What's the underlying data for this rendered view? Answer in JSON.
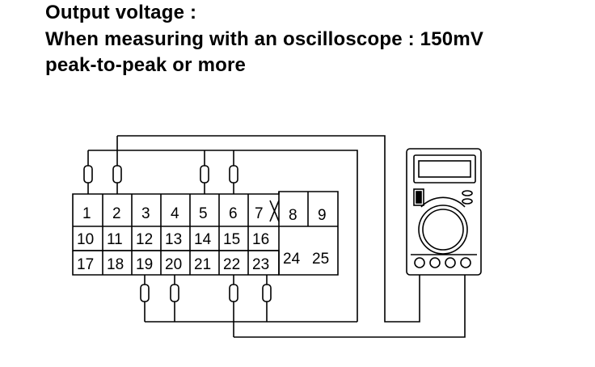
{
  "heading": {
    "line1": "Output voltage :",
    "line2": "When measuring with an oscilloscope :  150mV",
    "line3": "peak-to-peak or more"
  },
  "connector": {
    "pins": [
      "1",
      "2",
      "3",
      "4",
      "5",
      "6",
      "7",
      "8",
      "9",
      "10",
      "11",
      "12",
      "13",
      "14",
      "15",
      "16",
      "17",
      "18",
      "19",
      "20",
      "21",
      "22",
      "23",
      "24",
      "25"
    ]
  },
  "icons": [
    "multimeter-icon",
    "probe-icon",
    "connector-icon"
  ]
}
